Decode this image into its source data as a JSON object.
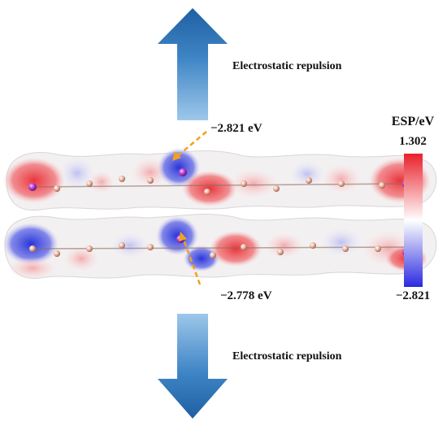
{
  "arrows": {
    "top_label": "Electrostatic repulsion",
    "bottom_label": "Electrostatic repulsion"
  },
  "annotations": {
    "top_value": "−2.821 eV",
    "bottom_value": "−2.778 eV"
  },
  "colorbar": {
    "title": "ESP/eV",
    "max_label": "1.302",
    "min_label": "−2.821",
    "max_value": 1.302,
    "min_value": -2.821,
    "colors": {
      "positive": "#e8202a",
      "neutral": "#ffffff",
      "negative": "#2a2ae0"
    }
  },
  "colors": {
    "arrow": "#2f77bd",
    "dashed_pointer": "#f0a21e"
  }
}
